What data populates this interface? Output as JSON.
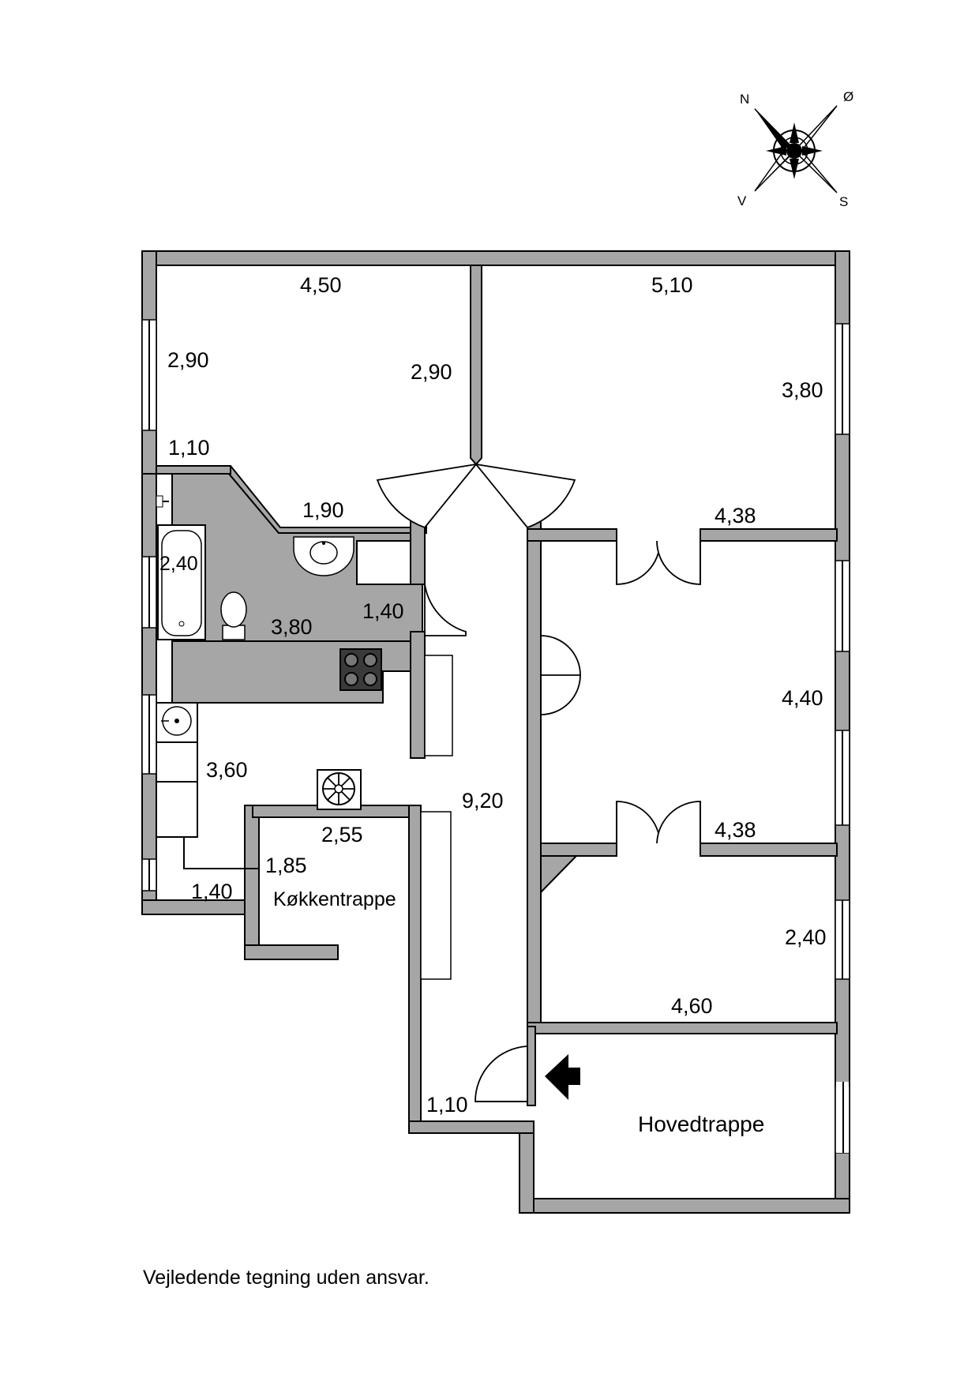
{
  "compass": {
    "n": "N",
    "o": "Ø",
    "v": "V",
    "s": "S"
  },
  "dimensions": {
    "room_nw_width": "4,50",
    "room_nw_height_left": "2,90",
    "room_nw_height_right": "2,90",
    "room_nw_step": "1,10",
    "room_ne_width": "5,10",
    "room_ne_height": "3,80",
    "room_ne_bottom": "4,38",
    "bath_top": "1,90",
    "bath_tub": "2,40",
    "bath_length": "3,80",
    "bath_wc": "1,40",
    "kitchen_length": "3,60",
    "stair_width": "2,55",
    "stair_height": "1,85",
    "kitchen_bottom": "1,40",
    "hall_length": "9,20",
    "room_e_height": "4,40",
    "room_e_bottom": "4,38",
    "room_se_height": "2,40",
    "room_se_width": "4,60",
    "entry": "1,10"
  },
  "labels": {
    "kitchen_stair": "Køkkentrappe",
    "main_stair": "Hovedtrappe"
  },
  "disclaimer": "Vejledende tegning uden ansvar.",
  "colors": {
    "wall": "#a6a6a6",
    "wet_room": "#a6a6a6",
    "lines": "#000000"
  },
  "icons": [
    "compass-rose-icon",
    "entrance-arrow-icon",
    "bathtub-icon",
    "toilet-icon",
    "washbasin-icon",
    "stove-icon",
    "kitchen-sink-icon",
    "ventilation-fan-icon"
  ]
}
